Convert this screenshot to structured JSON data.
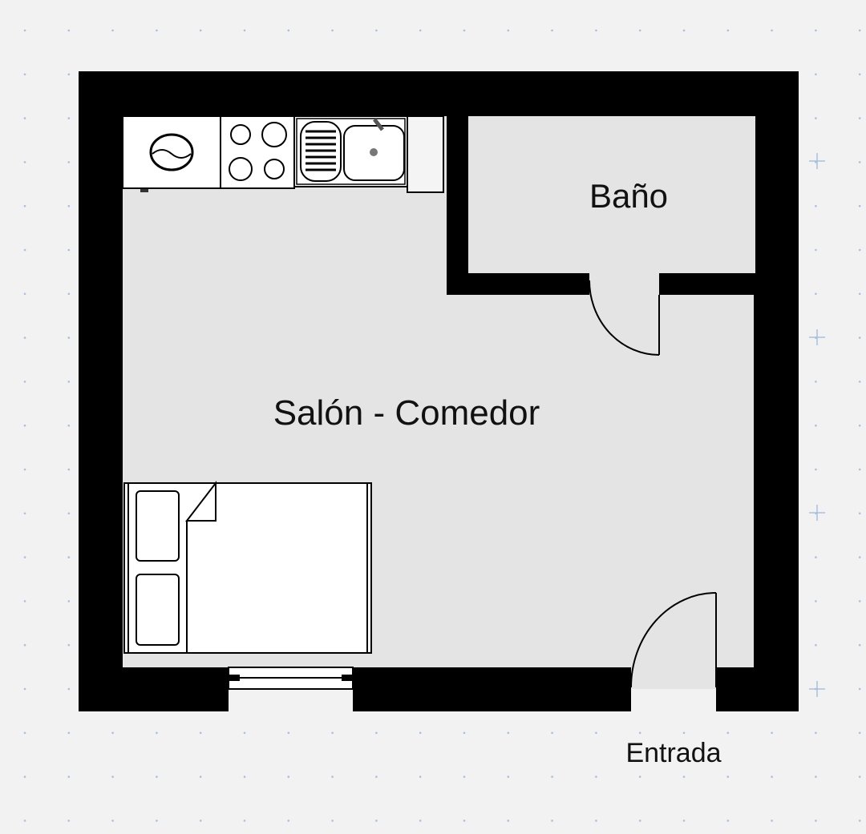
{
  "rooms": {
    "bathroom": "Baño",
    "living_dining": "Salón - Comedor",
    "entrance": "Entrada"
  },
  "colors": {
    "background": "#f2f2f2",
    "floor": "#e4e4e4",
    "wall": "#000000",
    "grid_dot": "#a9bfdc"
  }
}
